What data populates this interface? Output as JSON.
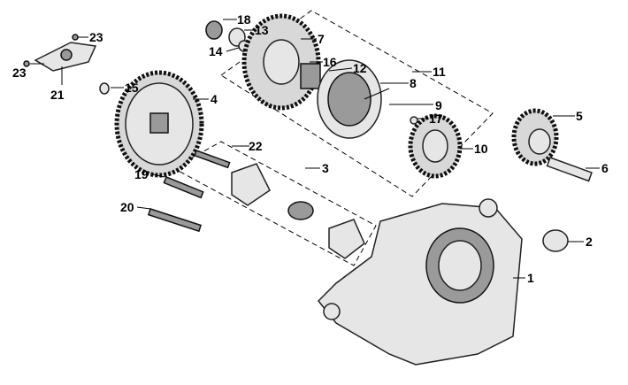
{
  "diagram": {
    "title": "Crankcase right / oil pump / starter clutch exploded view"
  },
  "labels": [
    "23",
    "23",
    "21",
    "15",
    "4",
    "18",
    "13",
    "14",
    "7",
    "16",
    "12",
    "11",
    "8",
    "9",
    "17",
    "10",
    "5",
    "6",
    "22",
    "3",
    "19",
    "20",
    "2",
    "1"
  ]
}
